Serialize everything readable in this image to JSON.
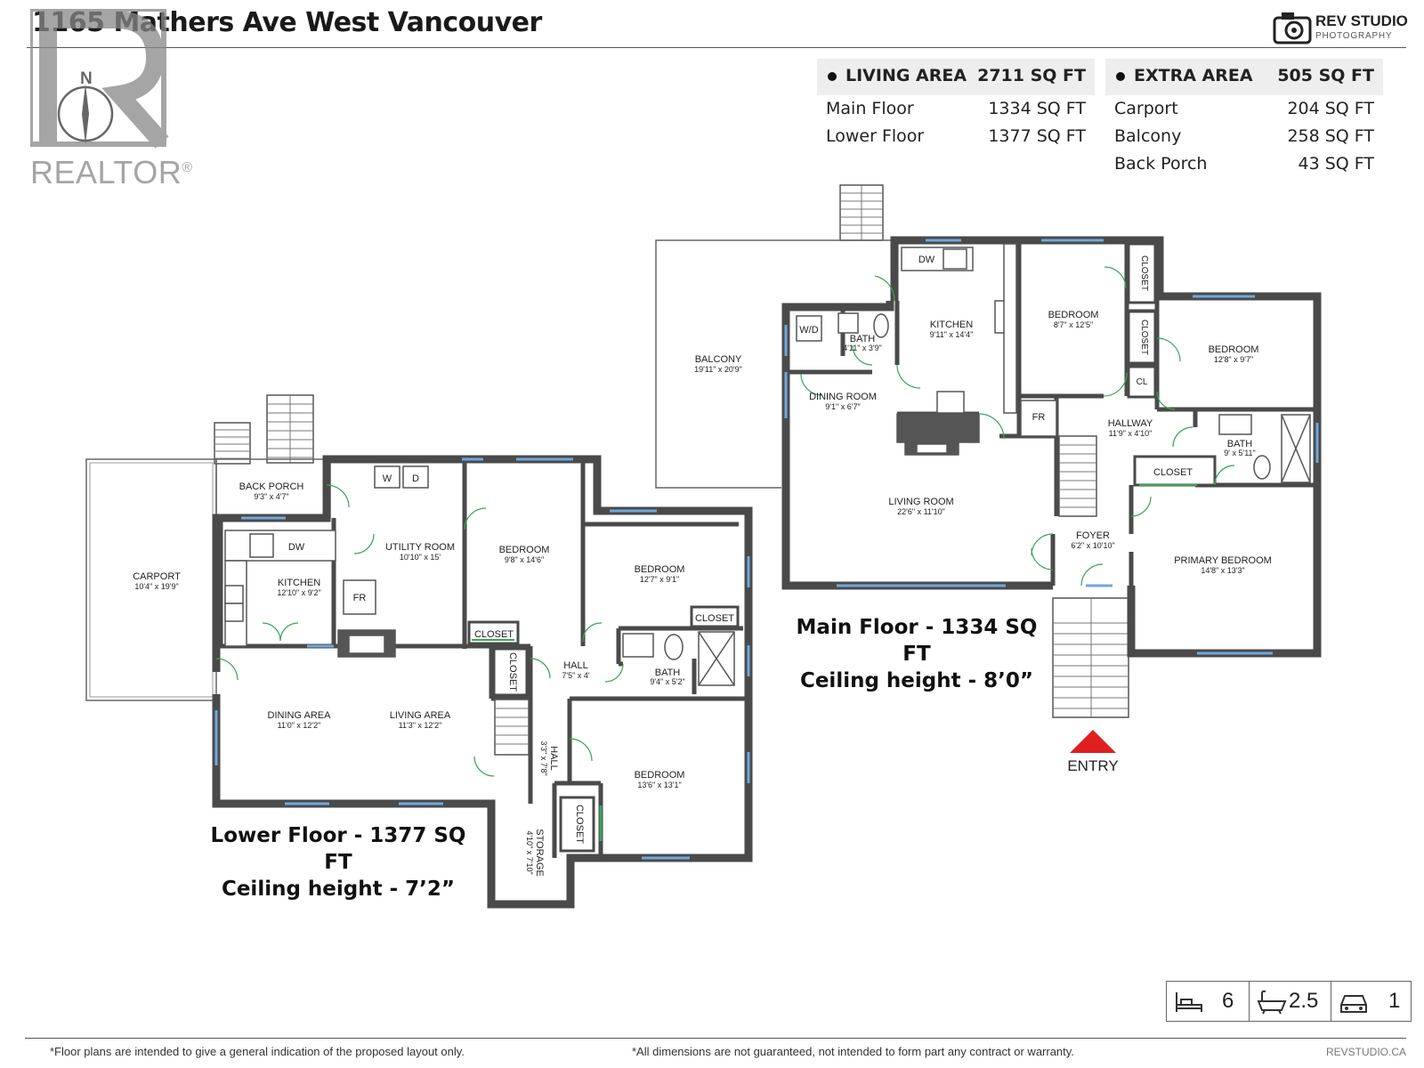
{
  "title": "1165 Mathers Ave West Vancouver",
  "brand": {
    "name": "REV STUDIO",
    "sub": "PHOTOGRAPHY",
    "icon": "camera-icon"
  },
  "watermark": {
    "word": "REALTOR",
    "mark": "®",
    "compass_label": "N"
  },
  "living_area": {
    "label": "LIVING AREA",
    "total": "2711 SQ FT",
    "rows": [
      {
        "label": "Main Floor",
        "value": "1334 SQ FT"
      },
      {
        "label": "Lower Floor",
        "value": "1377 SQ FT"
      }
    ]
  },
  "extra_area": {
    "label": "EXTRA AREA",
    "total": "505 SQ FT",
    "rows": [
      {
        "label": "Carport",
        "value": "204 SQ FT"
      },
      {
        "label": "Balcony",
        "value": "258 SQ FT"
      },
      {
        "label": "Back Porch",
        "value": "43 SQ FT"
      }
    ]
  },
  "lower_floor": {
    "caption_line1": "Lower Floor - 1377 SQ FT",
    "caption_line2": "Ceiling height - 7’2”",
    "rooms": {
      "back_porch": {
        "name": "BACK PORCH",
        "dims": "9'3\" x 4'7\""
      },
      "carport": {
        "name": "CARPORT",
        "dims": "10'4\" x 19'9\""
      },
      "kitchen": {
        "name": "KITCHEN",
        "dims": "12'10\" x 9'2\""
      },
      "utility": {
        "name": "UTILITY ROOM",
        "dims": "10'10\" x 15'"
      },
      "bedroom1": {
        "name": "BEDROOM",
        "dims": "9'8\" x 14'6\""
      },
      "bedroom2": {
        "name": "BEDROOM",
        "dims": "12'7\" x 9'1\""
      },
      "dining": {
        "name": "DINING AREA",
        "dims": "11'0\" x 12'2\""
      },
      "living": {
        "name": "LIVING AREA",
        "dims": "11'3\" x 12'2\""
      },
      "hall1": {
        "name": "HALL",
        "dims": "7'5\" x 4'"
      },
      "hall2": {
        "name": "HALL",
        "dims": "3'3\" x 7'8\""
      },
      "bath": {
        "name": "BATH",
        "dims": "9'4\" x 5'2\""
      },
      "bedroom3": {
        "name": "BEDROOM",
        "dims": "13'6\" x 13'1\""
      },
      "storage": {
        "name": "STORAGE",
        "dims": "4'10\" x 7'10\""
      }
    },
    "labels": {
      "closet": "CLOSET",
      "washer": "W",
      "dryer": "D",
      "dishwasher": "DW",
      "fridge": "FR"
    }
  },
  "main_floor": {
    "caption_line1": "Main Floor - 1334 SQ FT",
    "caption_line2": "Ceiling height - 8’0”",
    "rooms": {
      "balcony": {
        "name": "BALCONY",
        "dims": "19'11\" x 20'9\""
      },
      "kitchen": {
        "name": "KITCHEN",
        "dims": "9'11\" x 14'4\""
      },
      "bath1": {
        "name": "BATH",
        "dims": "4'11\" x 3'9\""
      },
      "dining": {
        "name": "DINING ROOM",
        "dims": "9'1\" x 6'7\""
      },
      "living": {
        "name": "LIVING ROOM",
        "dims": "22'6\" x 11'10\""
      },
      "bedroom1": {
        "name": "BEDROOM",
        "dims": "8'7\" x 12'5\""
      },
      "bedroom2": {
        "name": "BEDROOM",
        "dims": "12'8\" x 9'7\""
      },
      "hallway": {
        "name": "HALLWAY",
        "dims": "11'9\" x 4'10\""
      },
      "bath2": {
        "name": "BATH",
        "dims": "9' x 5'11\""
      },
      "foyer": {
        "name": "FOYER",
        "dims": "6'2\" x 10'10\""
      },
      "primary": {
        "name": "PRIMARY BEDROOM",
        "dims": "14'8\" x 13'3\""
      }
    },
    "labels": {
      "closet": "CLOSET",
      "cl": "CL",
      "wd": "W/D",
      "dishwasher": "DW",
      "fridge": "FR",
      "entry": "ENTRY"
    }
  },
  "summary": {
    "bedrooms": "6",
    "bathrooms": "2.5",
    "parking": "1",
    "icons": [
      "bed-icon",
      "bathtub-icon",
      "car-icon"
    ]
  },
  "footer": {
    "note_left": "*Floor plans are intended to give a general indication of the proposed layout only.",
    "note_right": "*All dimensions are not guaranteed, not intended to form part any contract or warranty.",
    "site": "REVSTUDIO.CA"
  },
  "colors": {
    "wall": "#4a4a4a",
    "window": "#6fa8dc",
    "door": "#3aa55a",
    "entry_marker": "#e02020"
  }
}
